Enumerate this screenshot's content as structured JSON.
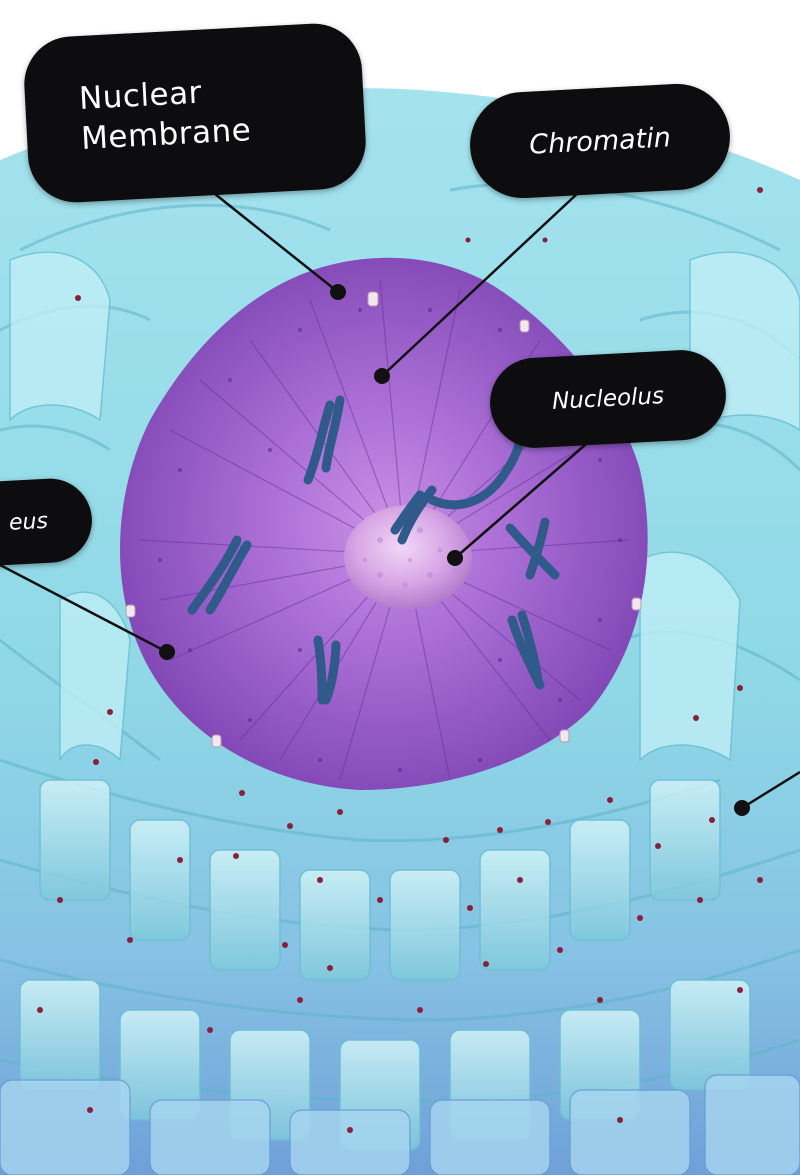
{
  "labels": {
    "nuclear_membrane_line1": "Nuclear",
    "nuclear_membrane_line2": "Membrane",
    "chromatin": "Chromatin",
    "nucleolus": "Nucleolus",
    "nucleus_partial": "eus"
  },
  "colors": {
    "er_cyan": "#8fdde8",
    "er_blue": "#7ab0e0",
    "nucleoplasm": "#9b5ec9",
    "nucleolus": "#d8a8e8",
    "chromosome": "#2f5a8a",
    "ribosome": "#8a1f3a",
    "label_bg": "#0d0d0f",
    "label_text": "#ffffff"
  }
}
